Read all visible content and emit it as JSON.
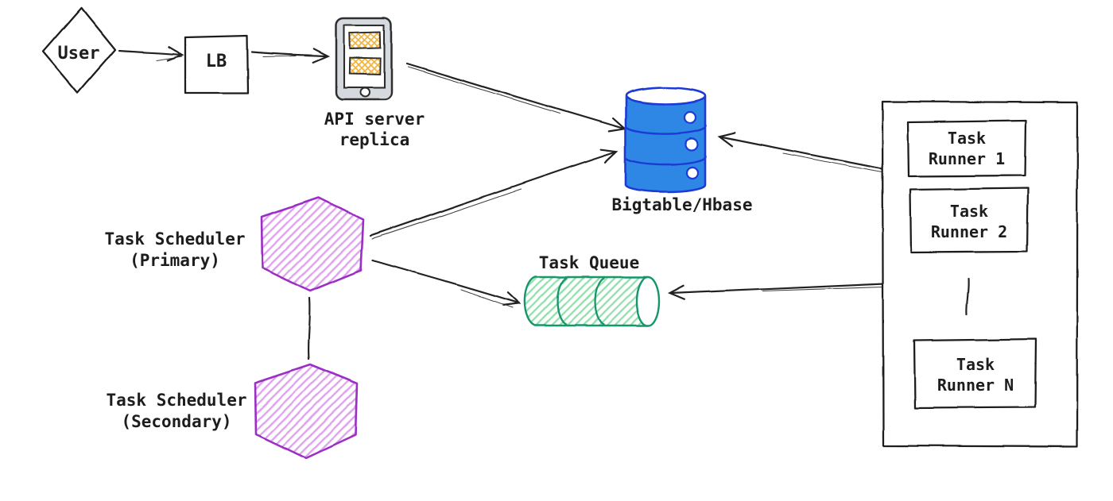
{
  "diagram": {
    "type": "architecture-sketch",
    "background": "#ffffff",
    "ink_color": "#222222",
    "text_color": "#1d1d1d",
    "nodes": {
      "user": {
        "label": "User",
        "shape": "diamond"
      },
      "load_balancer": {
        "label": "LB",
        "shape": "square"
      },
      "api_server": {
        "label_line1": "API server",
        "label_line2": "replica",
        "icon": "mobile-phone-icon",
        "body_color": "#d6dade",
        "accent_color": "#f3b33c"
      },
      "bigtable": {
        "label": "Bigtable/Hbase",
        "icon": "database-cylinder-icon",
        "fill_color": "#2d87e4",
        "stroke_color": "#1f3ad6"
      },
      "task_scheduler_primary": {
        "label_line1": "Task Scheduler",
        "label_line2": "(Primary)",
        "shape": "hexagon",
        "stroke_color": "#9b2fc4",
        "hatch_color": "#dfa3f0"
      },
      "task_scheduler_secondary": {
        "label_line1": "Task Scheduler",
        "label_line2": "(Secondary)",
        "shape": "hexagon",
        "stroke_color": "#9b2fc4",
        "hatch_color": "#dfa3f0"
      },
      "task_queue": {
        "label": "Task Queue",
        "icon": "horizontal-cylinder-icon",
        "stroke_color": "#15966b",
        "hatch_color": "#93dfab"
      },
      "task_runners": {
        "shape": "group-rectangle",
        "items": [
          {
            "label_line1": "Task",
            "label_line2": "Runner 1"
          },
          {
            "label_line1": "Task",
            "label_line2": "Runner 2"
          },
          {
            "label_line1": "Task",
            "label_line2": "Runner N"
          }
        ]
      }
    },
    "edges": [
      {
        "from": "user",
        "to": "load_balancer",
        "style": "arrow"
      },
      {
        "from": "load_balancer",
        "to": "api_server",
        "style": "arrow"
      },
      {
        "from": "api_server",
        "to": "bigtable",
        "style": "arrow"
      },
      {
        "from": "task_scheduler_primary",
        "to": "bigtable",
        "style": "arrow"
      },
      {
        "from": "task_scheduler_primary",
        "to": "task_queue",
        "style": "arrow"
      },
      {
        "from": "task_runners",
        "to": "bigtable",
        "style": "arrow"
      },
      {
        "from": "task_runners",
        "to": "task_queue",
        "style": "arrow"
      },
      {
        "from": "task_scheduler_primary",
        "to": "task_scheduler_secondary",
        "style": "plain-line"
      },
      {
        "from": "task_runner_2",
        "to": "task_runner_n",
        "style": "ellipsis-line"
      }
    ]
  }
}
